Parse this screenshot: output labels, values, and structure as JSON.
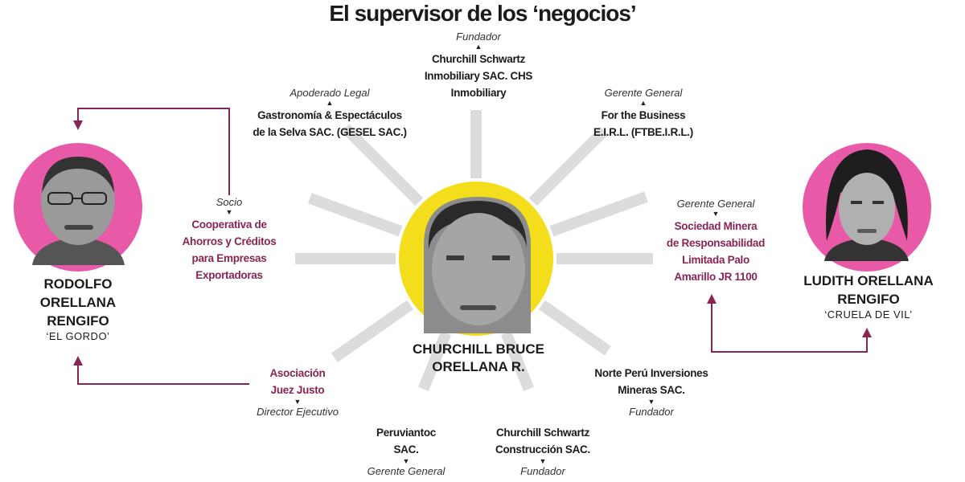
{
  "title": "El supervisor de los ‘negocios’",
  "center": {
    "name": "CHURCHILL BRUCE\nORELLANA R."
  },
  "left_person": {
    "name": "RODOLFO\nORELLANA\nRENGIFO",
    "alias": "‘EL GORDO’"
  },
  "right_person": {
    "name": "LUDITH ORELLANA\nRENGIFO",
    "alias": "‘CRUELA DE VIL’"
  },
  "companies": {
    "top": {
      "role": "Fundador",
      "name": "Churchill Schwartz\nInmobiliary SAC. CHS\nInmobiliary"
    },
    "top_left": {
      "role": "Apoderado Legal",
      "name": "Gastronomía & Espectáculos\nde la Selva SAC. (GESEL SAC.)"
    },
    "top_right": {
      "role": "Gerente General",
      "name": "For the Business\nE.I.R.L. (FTBE.I.R.L.)"
    },
    "left": {
      "role": "Socio",
      "name": "Cooperativa de\nAhorros y Créditos\npara Empresas\nExportadoras"
    },
    "right": {
      "role": "Gerente General",
      "name": "Sociedad Minera\nde Responsabilidad\nLimitada Palo\nAmarillo JR 1100"
    },
    "bottom_left": {
      "role": "Director Ejecutivo",
      "name": "Asociación\nJuez Justo"
    },
    "bottom_right": {
      "role": "Fundador",
      "name": "Norte Perú Inversiones\nMineras SAC."
    },
    "bottom_a": {
      "role": "Gerente General",
      "name": "Peruviantoc\nSAC."
    },
    "bottom_b": {
      "role": "Fundador",
      "name": "Churchill Schwartz\nConstrucción SAC."
    }
  },
  "colors": {
    "pink": "#e85aa8",
    "yellow": "#f4de1c",
    "ray": "#dcdcdc",
    "connector": "#8a2553",
    "entity_pink": "#8a2553"
  }
}
